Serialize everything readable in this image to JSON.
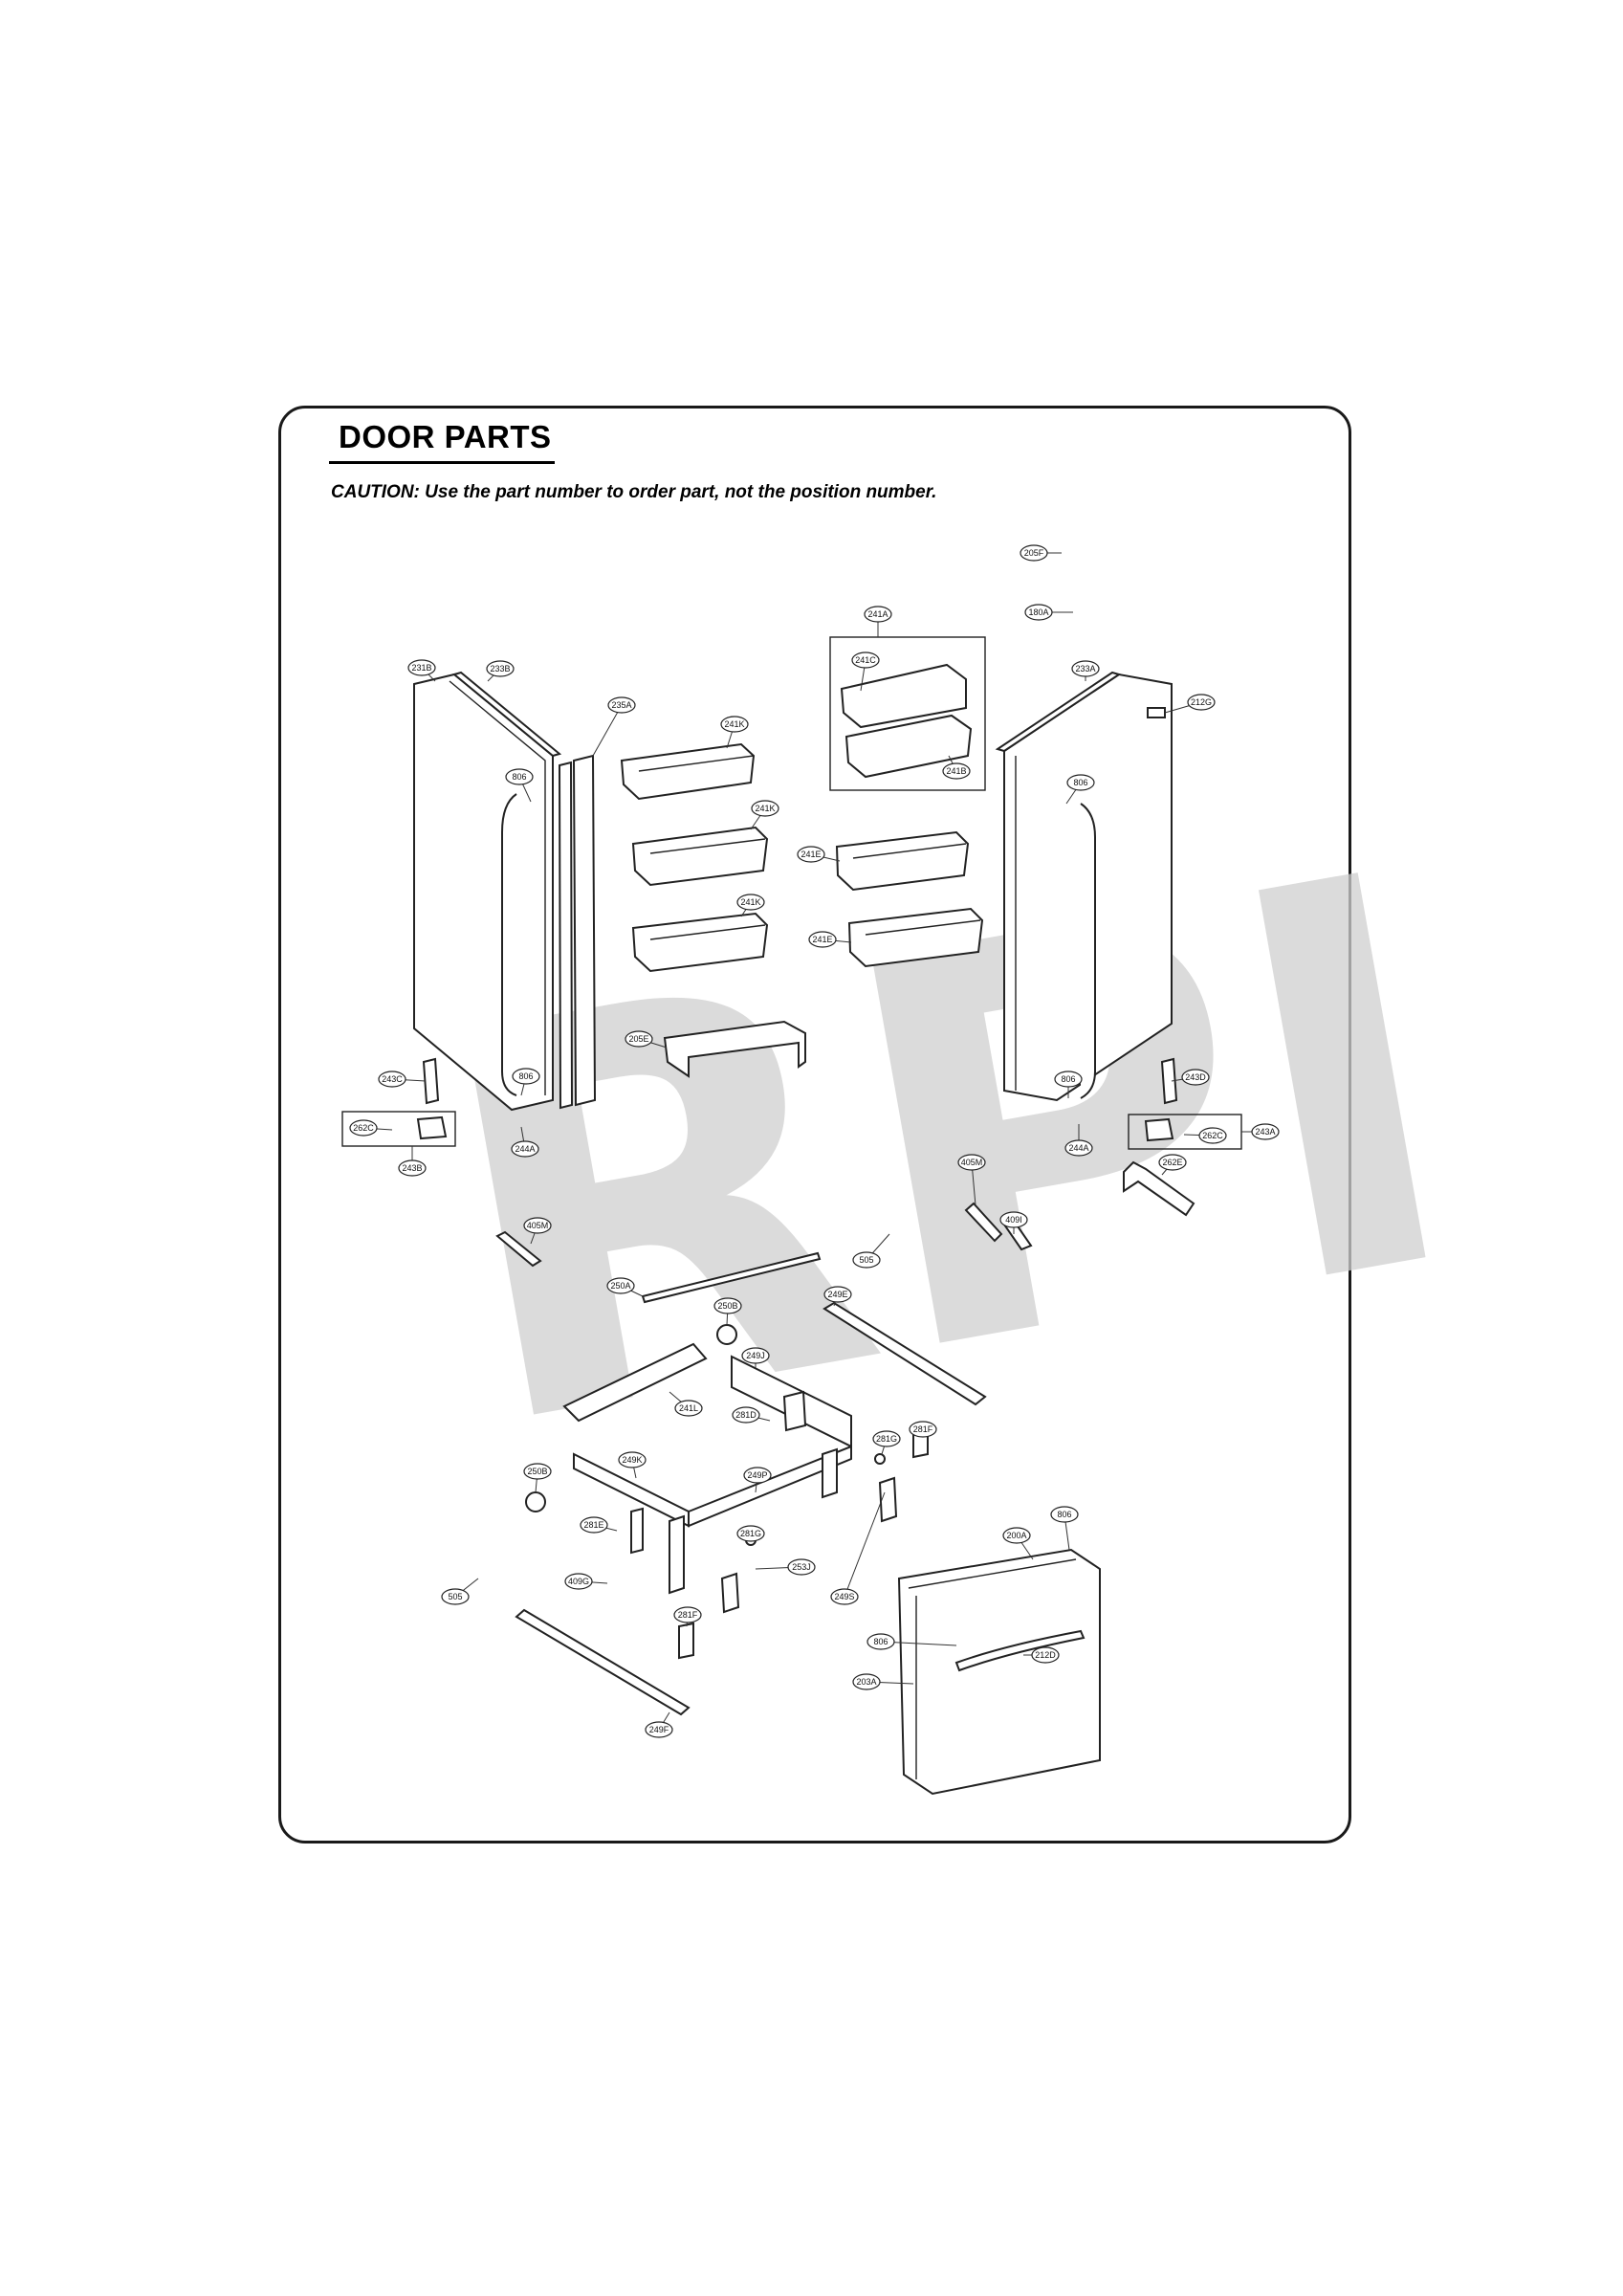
{
  "page": {
    "title": "DOOR PARTS",
    "caution": "CAUTION: Use the part number to order part, not the position number.",
    "watermark": "RPI"
  },
  "callouts": [
    {
      "id": "c-205f",
      "label": "205F"
    },
    {
      "id": "c-180a",
      "label": "180A"
    },
    {
      "id": "c-241a",
      "label": "241A"
    },
    {
      "id": "c-241c",
      "label": "241C"
    },
    {
      "id": "c-241b",
      "label": "241B"
    },
    {
      "id": "c-231b",
      "label": "231B"
    },
    {
      "id": "c-233b",
      "label": "233B"
    },
    {
      "id": "c-235a",
      "label": "235A"
    },
    {
      "id": "c-241k-1",
      "label": "241K"
    },
    {
      "id": "c-241k-2",
      "label": "241K"
    },
    {
      "id": "c-241k-3",
      "label": "241K"
    },
    {
      "id": "c-241e-1",
      "label": "241E"
    },
    {
      "id": "c-241e-2",
      "label": "241E"
    },
    {
      "id": "c-233a",
      "label": "233A"
    },
    {
      "id": "c-212g",
      "label": "212G"
    },
    {
      "id": "c-806-1",
      "label": "806"
    },
    {
      "id": "c-806-2",
      "label": "806"
    },
    {
      "id": "c-806-3",
      "label": "806"
    },
    {
      "id": "c-806-4",
      "label": "806"
    },
    {
      "id": "c-205e",
      "label": "205E"
    },
    {
      "id": "c-243c",
      "label": "243C"
    },
    {
      "id": "c-262c-1",
      "label": "262C"
    },
    {
      "id": "c-244a-1",
      "label": "244A"
    },
    {
      "id": "c-243b",
      "label": "243B"
    },
    {
      "id": "c-243d",
      "label": "243D"
    },
    {
      "id": "c-262c-2",
      "label": "262C"
    },
    {
      "id": "c-243a",
      "label": "243A"
    },
    {
      "id": "c-244a-2",
      "label": "244A"
    },
    {
      "id": "c-262e",
      "label": "262E"
    },
    {
      "id": "c-405m-1",
      "label": "405M"
    },
    {
      "id": "c-405m-2",
      "label": "405M"
    },
    {
      "id": "c-409i",
      "label": "409I"
    },
    {
      "id": "c-505-1",
      "label": "505"
    },
    {
      "id": "c-250a",
      "label": "250A"
    },
    {
      "id": "c-250b-1",
      "label": "250B"
    },
    {
      "id": "c-249e",
      "label": "249E"
    },
    {
      "id": "c-249j",
      "label": "249J"
    },
    {
      "id": "c-241l",
      "label": "241L"
    },
    {
      "id": "c-281d",
      "label": "281D"
    },
    {
      "id": "c-281g-1",
      "label": "281G"
    },
    {
      "id": "c-281f-1",
      "label": "281F"
    },
    {
      "id": "c-250b-2",
      "label": "250B"
    },
    {
      "id": "c-249k",
      "label": "249K"
    },
    {
      "id": "c-249p",
      "label": "249P"
    },
    {
      "id": "c-806-5",
      "label": "806"
    },
    {
      "id": "c-281e",
      "label": "281E"
    },
    {
      "id": "c-281g-2",
      "label": "281G"
    },
    {
      "id": "c-200a",
      "label": "200A"
    },
    {
      "id": "c-253j",
      "label": "253J"
    },
    {
      "id": "c-505-2",
      "label": "505"
    },
    {
      "id": "c-409g",
      "label": "409G"
    },
    {
      "id": "c-249s",
      "label": "249S"
    },
    {
      "id": "c-281f-2",
      "label": "281F"
    },
    {
      "id": "c-806-6",
      "label": "806"
    },
    {
      "id": "c-212d",
      "label": "212D"
    },
    {
      "id": "c-203a",
      "label": "203A"
    },
    {
      "id": "c-249f",
      "label": "249F"
    }
  ]
}
